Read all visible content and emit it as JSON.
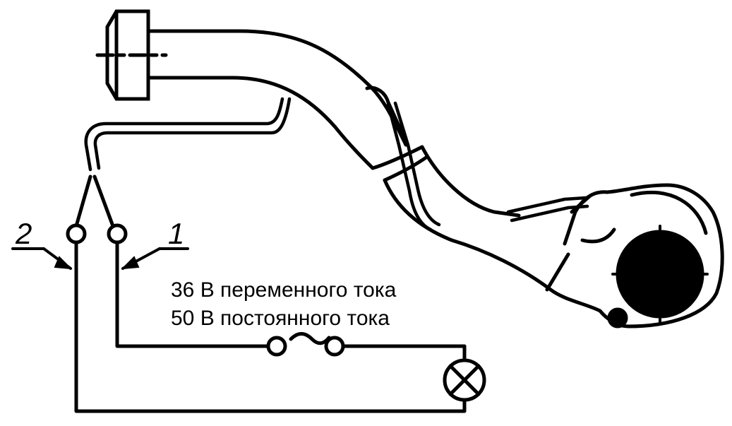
{
  "labels": {
    "wire_2": "2",
    "wire_1": "1",
    "voltage_ac": "36 В переменного тока",
    "voltage_dc": "50 В постоянного тока"
  },
  "colors": {
    "ink": "#000000",
    "background": "#ffffff"
  },
  "icons": {
    "source": "ac-source-icon",
    "lamp": "lamp-icon",
    "terminals": "terminal-icon"
  }
}
